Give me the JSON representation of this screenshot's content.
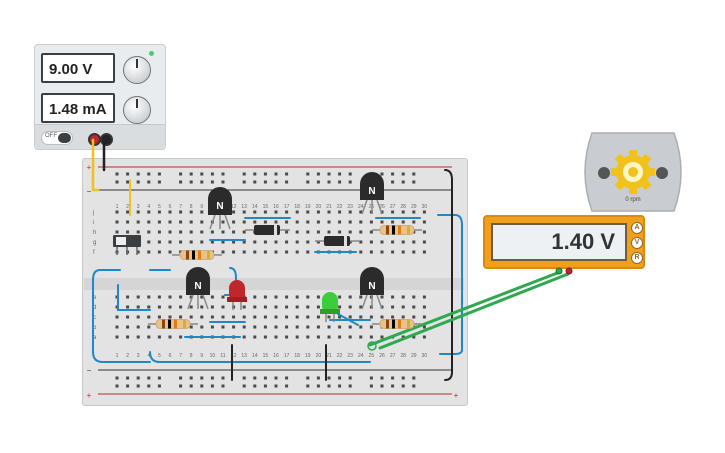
{
  "power_supply": {
    "voltage_display": "9.00 V",
    "current_display": "1.48 mA",
    "switch_label": "OFF",
    "led_color": "#3bd36b"
  },
  "multimeter": {
    "display": "1.40 V",
    "mode_a": "A",
    "mode_v": "V",
    "mode_r": "R",
    "body_color": "#f2a01c"
  },
  "motor": {
    "speed_label": "0 rpm",
    "gear_color": "#f2c21c"
  },
  "breadboard": {
    "row_labels_top": [
      "j",
      "i",
      "h",
      "g",
      "f"
    ],
    "row_labels_bottom": [
      "e",
      "d",
      "c",
      "b",
      "a"
    ],
    "column_numbers": [
      "1",
      "2",
      "3",
      "4",
      "5",
      "6",
      "7",
      "8",
      "9",
      "10",
      "11",
      "12",
      "13",
      "14",
      "15",
      "16",
      "17",
      "18",
      "19",
      "20",
      "21",
      "22",
      "23",
      "24",
      "25",
      "26",
      "27",
      "28",
      "29",
      "30"
    ],
    "rail_plus": "+",
    "rail_minus": "−"
  },
  "components": {
    "transistor_label": "N",
    "led_colors": [
      "#c0272d",
      "#3ccd3c"
    ],
    "wire_color": "#1e88c9"
  }
}
